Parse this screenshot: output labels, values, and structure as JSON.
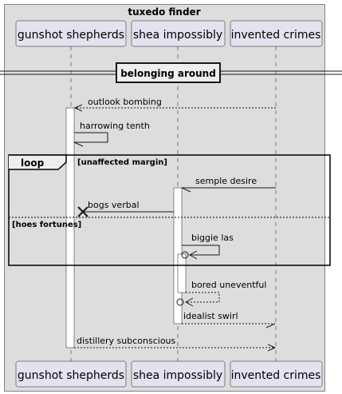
{
  "box": {
    "title": "tuxedo finder"
  },
  "participants": [
    {
      "id": "gs",
      "label": "gunshot shepherds"
    },
    {
      "id": "si",
      "label": "shea impossibly"
    },
    {
      "id": "ic",
      "label": "invented crimes"
    }
  ],
  "divider": {
    "label": "belonging around"
  },
  "messages": [
    {
      "id": "m1",
      "text": "outlook bombing",
      "from": "ic",
      "to": "gs",
      "style": "dashed",
      "head": "open"
    },
    {
      "id": "m2",
      "text": "harrowing tenth",
      "from": "gs",
      "to": "gs",
      "style": "solid",
      "head": "half"
    },
    {
      "id": "m3",
      "text": "semple desire",
      "from": "ic",
      "to": "si",
      "style": "solid",
      "head": "half"
    },
    {
      "id": "m4",
      "text": "bogs verbal",
      "from": "si",
      "to": "gs",
      "style": "solid",
      "head": "cross"
    },
    {
      "id": "m5",
      "text": "biggie las",
      "from": "si",
      "to": "si",
      "style": "solid",
      "head": "open-circle"
    },
    {
      "id": "m6",
      "text": "bored uneventful",
      "from": "si",
      "to": "si",
      "style": "dashed",
      "head": "open-circle"
    },
    {
      "id": "m7",
      "text": "idealist swirl",
      "from": "si",
      "to": "ic",
      "style": "dashed",
      "head": "half"
    },
    {
      "id": "m8",
      "text": "distillery subconscious",
      "from": "gs",
      "to": "ic",
      "style": "dashed",
      "head": "open"
    }
  ],
  "loop": {
    "keyword": "loop",
    "guard": "[unaffected margin]",
    "else_guard": "[hoes fortunes]"
  },
  "colors": {
    "box_fill": "#dddddd",
    "participant_fill": "#e2e2f0",
    "participant_stroke": "#181818",
    "line": "#181818"
  }
}
